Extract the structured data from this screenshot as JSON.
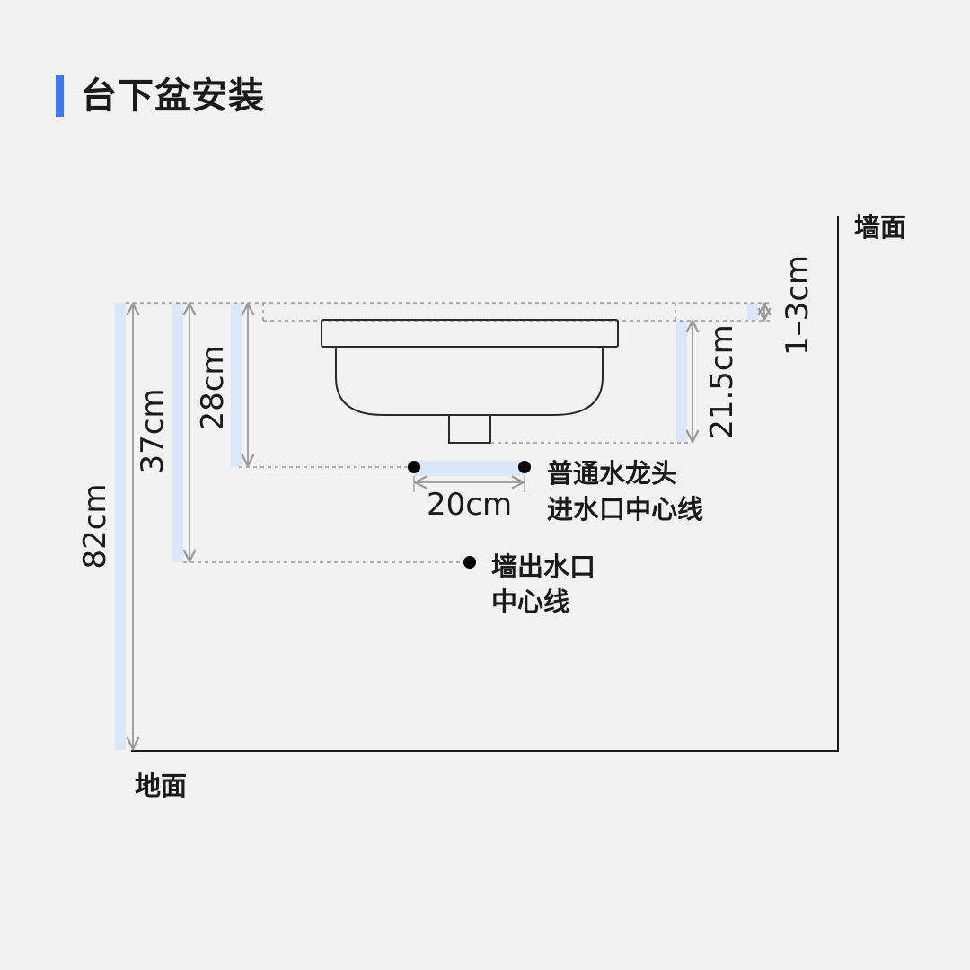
{
  "title": "台下盆安装",
  "labels": {
    "wall": "墙面",
    "floor": "地面",
    "faucet_line_1": "普通水龙头",
    "faucet_line_2": "进水口中心线",
    "outlet_line_1": "墙出水口",
    "outlet_line_2": "中心线"
  },
  "dimensions": {
    "counter_height": "82cm",
    "outlet_height": "37cm",
    "faucet_drop": "28cm",
    "faucet_spacing": "20cm",
    "basin_depth": "21.5cm",
    "counter_thickness": "1–3cm"
  },
  "colors": {
    "accent": "#3b7bf0",
    "highlight": "#dbe8fb",
    "line": "#1a1a1a",
    "dim_line": "#9a9a9a"
  }
}
